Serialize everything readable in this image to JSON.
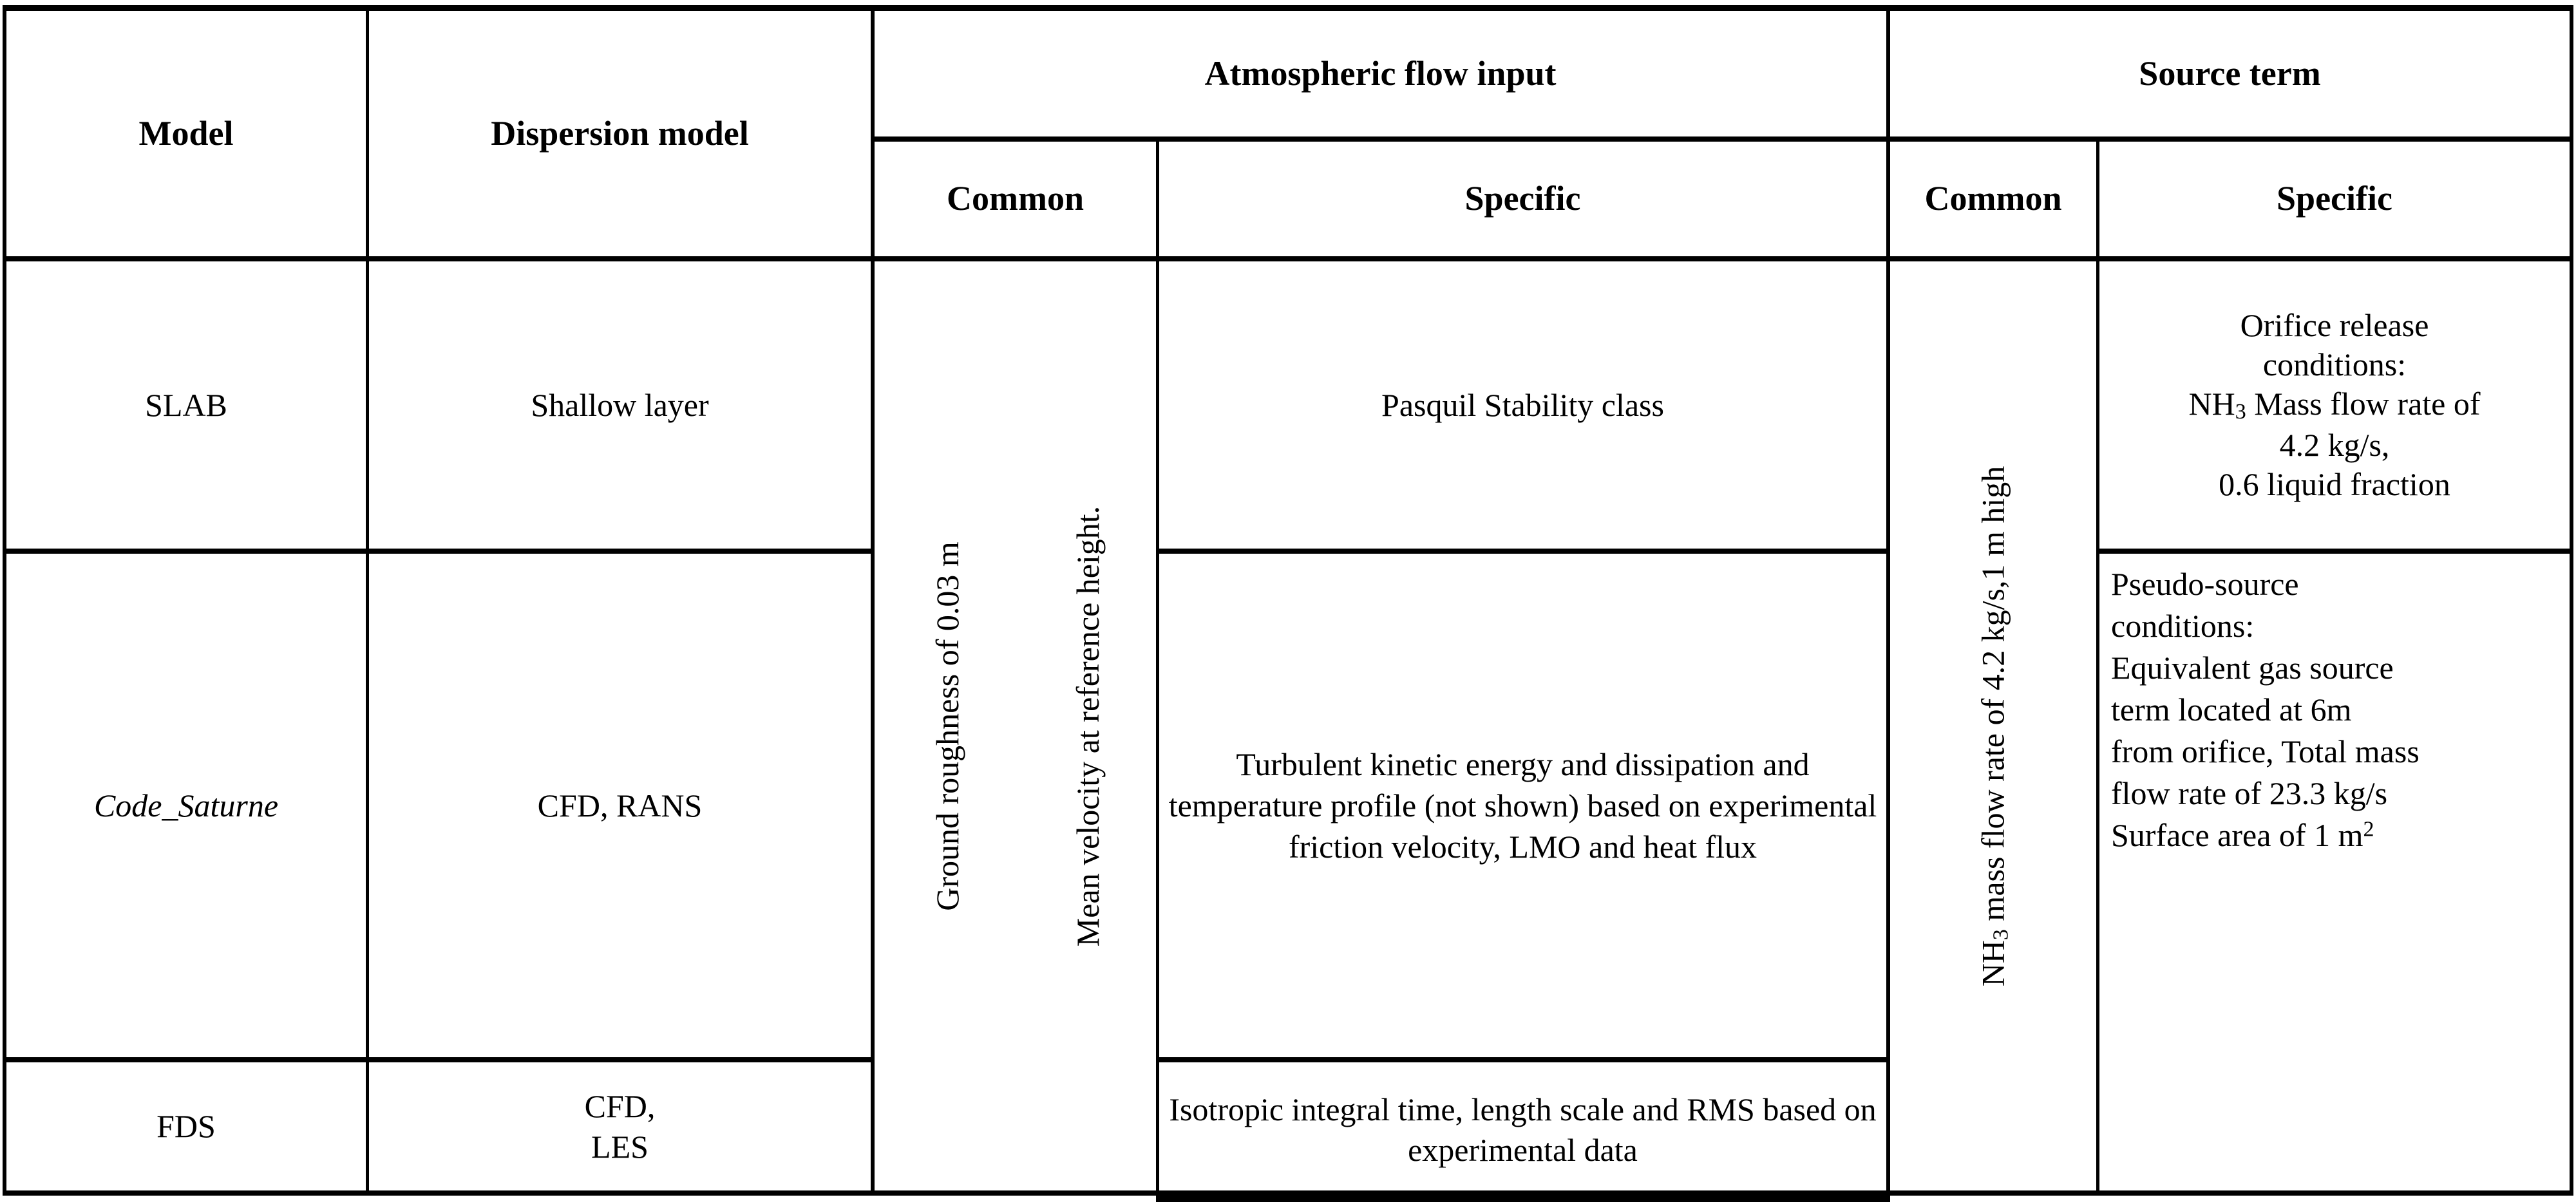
{
  "table": {
    "header": {
      "col_model": "Model",
      "col_dispersion": "Dispersion model",
      "group_atmospheric": "Atmospheric flow input",
      "group_source": "Source term",
      "atmospheric_common": "Common",
      "atmospheric_specific": "Specific",
      "source_common": "Common",
      "source_specific": "Specific"
    },
    "atmospheric_common_values": [
      "Ground roughness of 0.03 m",
      "Mean velocity at reference height."
    ],
    "source_common_value_pre": "NH",
    "source_common_value_sub": "3",
    "source_common_value_post": " mass flow rate of 4.2 kg/s,1 m high",
    "rows": [
      {
        "model": "SLAB",
        "dispersion": "Shallow layer",
        "atmospheric_specific": "Pasquil Stability class",
        "source_specific_line1": "Orifice release",
        "source_specific_line2": "conditions:",
        "source_specific_line3_pre": "NH",
        "source_specific_line3_sub": "3",
        "source_specific_line3_post": " Mass flow rate of",
        "source_specific_line4": "4.2 kg/s,",
        "source_specific_line5": "0.6 liquid fraction"
      },
      {
        "model": "Code_Saturne",
        "dispersion": "CFD, RANS",
        "atmospheric_specific": "Turbulent kinetic energy and dissipation and temperature profile (not shown) based on experimental friction velocity, LMO and heat flux",
        "source_specific_line1": "Pseudo-source",
        "source_specific_line2": "conditions:",
        "source_specific_line3": "Equivalent gas source",
        "source_specific_line4": "term located at 6m",
        "source_specific_line5": "from orifice, Total mass",
        "source_specific_line6": "flow rate of 23.3 kg/s",
        "source_specific_line7_pre": "Surface area of 1 m",
        "source_specific_line7_sup": "2"
      },
      {
        "model": "FDS",
        "dispersion_line1": "CFD,",
        "dispersion_line2": "LES",
        "atmospheric_specific": "Isotropic integral time, length scale and RMS based on experimental data"
      }
    ]
  },
  "colors": {
    "rule": "#000000",
    "background": "#ffffff",
    "text": "#000000"
  }
}
